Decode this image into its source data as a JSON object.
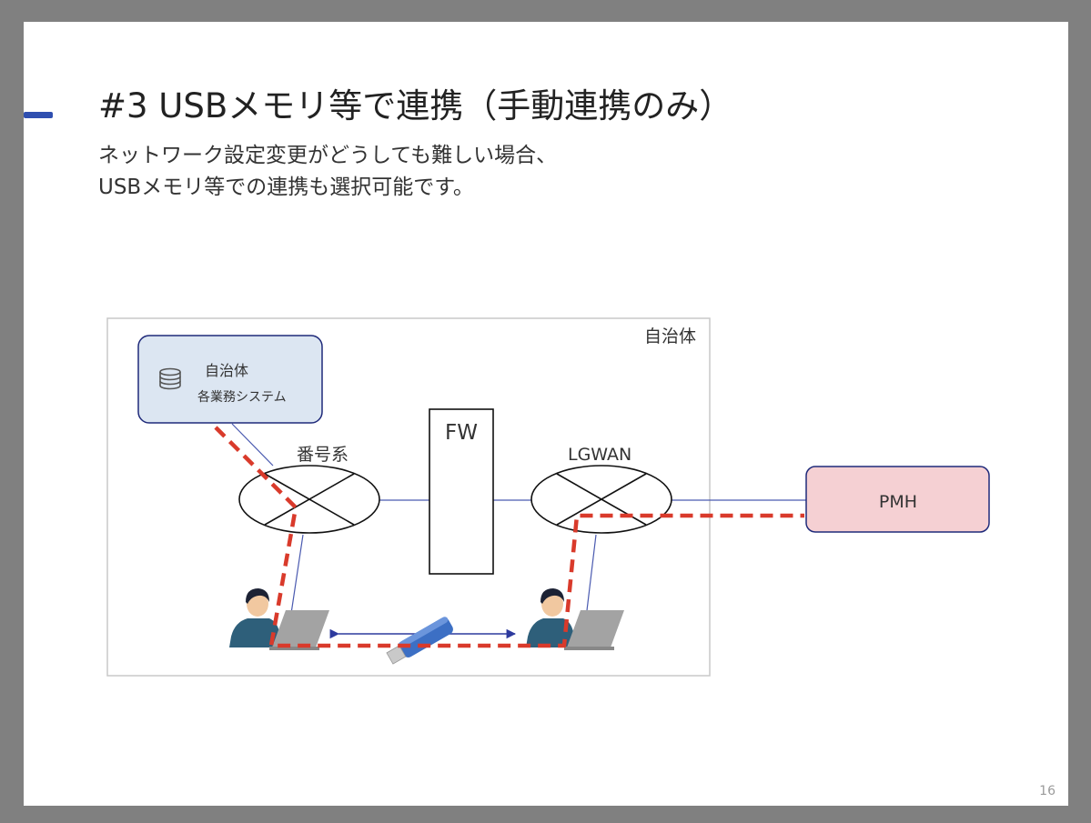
{
  "slide": {
    "title": "#3 USBメモリ等で連携（手動連携のみ）",
    "subtitle_lines": [
      "ネットワーク設定変更がどうしても難しい場合、",
      "USBメモリ等での連携も選択可能です。"
    ],
    "page_number": "16"
  },
  "diagram": {
    "region_label": "自治体",
    "system_box": {
      "line1": "自治体",
      "line2": "各業務システム",
      "icon": "database-icon"
    },
    "network_left_label": "番号系",
    "firewall_label": "FW",
    "network_right_label": "LGWAN",
    "pmh_label": "PMH",
    "path_note_color": "#d93a2b",
    "connector_color": "#2d3a9e"
  }
}
